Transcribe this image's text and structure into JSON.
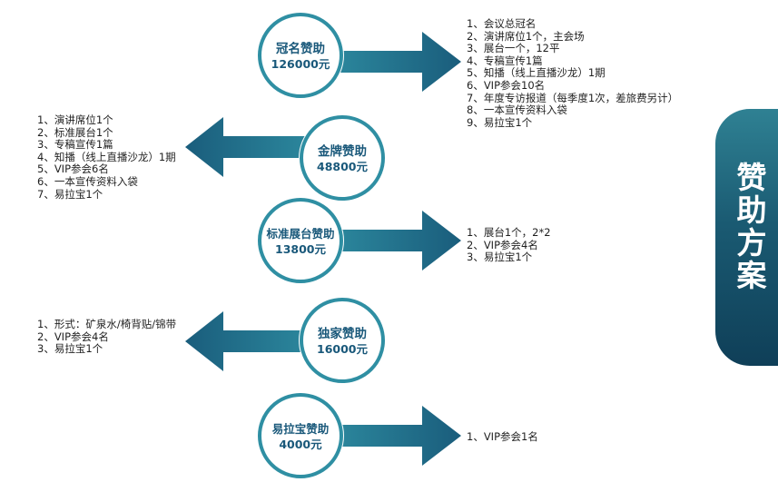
{
  "side_title": "赞助方案",
  "colors": {
    "arrow": "#1e6786",
    "circle_ring": "#2f8fa3",
    "circle_text": "#19587a",
    "tab": "#1a5a72"
  },
  "tiers": [
    {
      "name": "冠名赞助",
      "price": "126000元",
      "direction": "right",
      "items": [
        "1、会议总冠名",
        "2、演讲席位1个，主会场",
        "3、展台一个，12平",
        "4、专稿宣传1篇",
        "5、知播（线上直播沙龙）1期",
        "6、VIP参会10名",
        "7、年度专访报道（每季度1次，差旅费另计）",
        "8、一本宣传资料入袋",
        "9、易拉宝1个"
      ]
    },
    {
      "name": "金牌赞助",
      "price": "48800元",
      "direction": "left",
      "items": [
        "1、演讲席位1个",
        "2、标准展台1个",
        "3、专稿宣传1篇",
        "4、知播（线上直播沙龙）1期",
        "5、VIP参会6名",
        "6、一本宣传资料入袋",
        "7、易拉宝1个"
      ]
    },
    {
      "name": "标准展台赞助",
      "price": "13800元",
      "direction": "right",
      "items": [
        "1、展台1个，2*2",
        "2、VIP参会4名",
        "3、易拉宝1个"
      ]
    },
    {
      "name": "独家赞助",
      "price": "16000元",
      "direction": "left",
      "items": [
        "1、形式：矿泉水/椅背贴/锦带",
        "2、VIP参会4名",
        "3、易拉宝1个"
      ]
    },
    {
      "name": "易拉宝赞助",
      "price": "4000元",
      "direction": "right",
      "items": [
        "1、VIP参会1名"
      ]
    }
  ]
}
